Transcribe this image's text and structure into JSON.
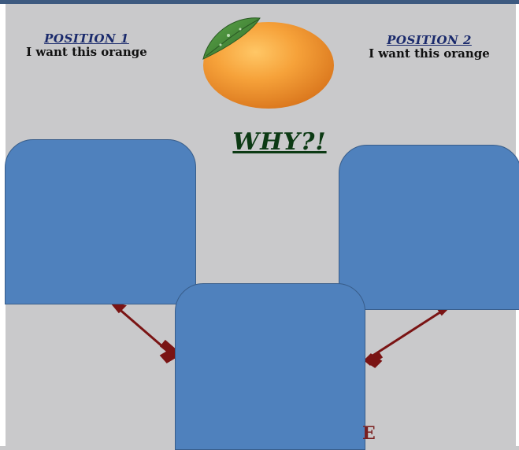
{
  "position1": {
    "heading": "POSITION 1",
    "text": "I want this orange"
  },
  "position2": {
    "heading": "POSITION 2",
    "text": "I want this orange"
  },
  "why": "WHY?!",
  "partial_text": "E",
  "colors": {
    "background": "#c9c9cb",
    "box_fill": "#4f81bd",
    "box_border": "#385d8a",
    "arrow": "#7a1414",
    "why_text": "#0c3a14",
    "heading_text": "#1a2a6c"
  },
  "icons": {
    "fruit": "orange-icon",
    "arrow": "arrow-icon"
  }
}
